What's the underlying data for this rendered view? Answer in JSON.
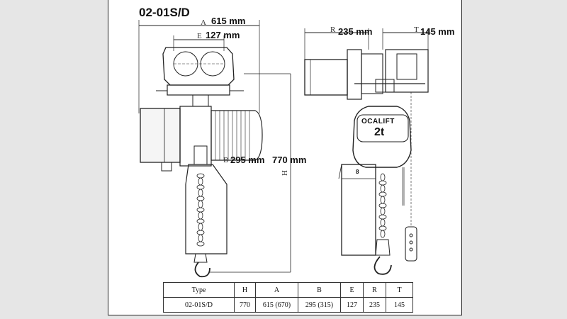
{
  "title": "02-01S/D",
  "dimensions": {
    "A": "615 mm",
    "E": "127 mm",
    "R": "235 mm",
    "T": "145 mm",
    "B": "295 mm",
    "H": "770 mm"
  },
  "letters": {
    "A": "A",
    "E": "E",
    "R": "R",
    "T": "T",
    "B": "B",
    "H": "H"
  },
  "hoist": {
    "brand": "OCALIFT",
    "capacity": "2t",
    "tag": "8"
  },
  "table": {
    "headers": [
      "Type",
      "H",
      "A",
      "B",
      "E",
      "R",
      "T"
    ],
    "rows": [
      [
        "02-01S/D",
        "770",
        "615 (670)",
        "295 (315)",
        "127",
        "235",
        "145"
      ]
    ]
  },
  "colors": {
    "page_bg": "#e6e6e6",
    "sheet_bg": "#ffffff",
    "line": "#222222"
  }
}
